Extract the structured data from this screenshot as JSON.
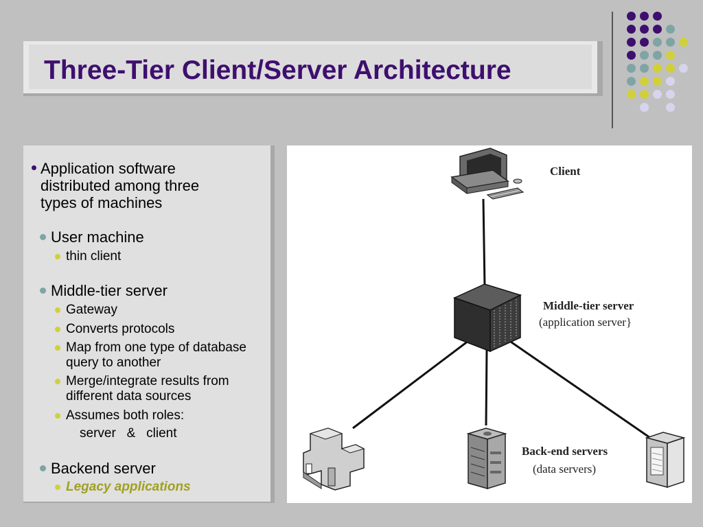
{
  "slide": {
    "title": "Three-Tier Client/Server Architecture"
  },
  "bullets": {
    "main": "Application software distributed among three types of machines",
    "user_machine": "User machine",
    "thin_client": "thin client",
    "middle_tier": "Middle-tier server",
    "gateway": "Gateway",
    "converts": "Converts protocols",
    "map_query": "Map from one type of database query to another",
    "merge": "Merge/integrate results from different data sources",
    "assumes": "Assumes both roles:",
    "roles": "server   &   client",
    "backend": "Backend server",
    "legacy": "Legacy applications"
  },
  "diagram": {
    "client_label": "Client",
    "middle_label_1": "Middle-tier server",
    "middle_label_2": "(application server}",
    "backend_label_1": "Back-end servers",
    "backend_label_2": "(data servers)"
  },
  "colors": {
    "title": "#3e0f6e",
    "purple_dot": "#3e0f6e",
    "teal_dot": "#7fa4a4",
    "yellow_dot": "#d0d03a",
    "lavender_dot": "#d8d4ec",
    "legacy_text": "#a0a020"
  }
}
